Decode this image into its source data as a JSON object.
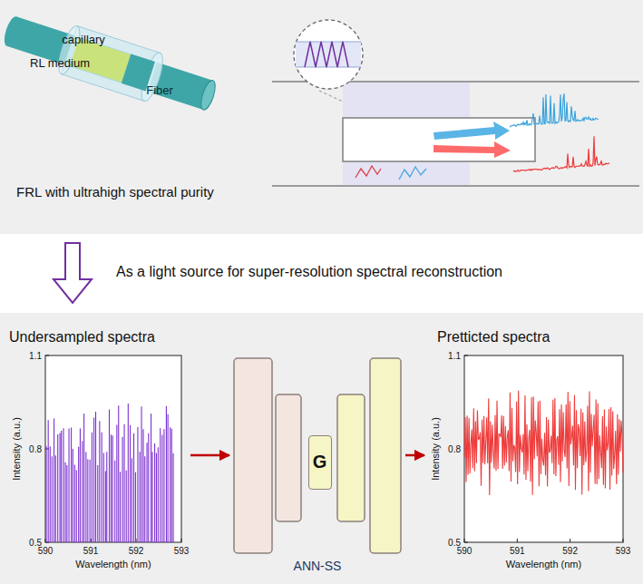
{
  "diagram": {
    "nodes": [
      {
        "text": [
          "Undersampled spectra"
        ]
      },
      {
        "text": [
          "ANN-SS"
        ]
      },
      {
        "text": [
          "G"
        ],
        "in": 1
      },
      {
        "text": [
          "Pretticted spectra"
        ]
      }
    ],
    "edges": [
      {
        "from": 0,
        "to": 1,
        "arrow": "to"
      },
      {
        "from": 1,
        "to": 3,
        "arrow": "to"
      }
    ],
    "labels": [
      "capillary",
      "RL medium",
      "Fiber",
      "FRL with ultrahigh spectral purity",
      "As a light source for super-resolution spectral reconstruction",
      "1.1",
      "0.8",
      "0.5",
      "590",
      "591",
      "592",
      "593",
      "Intensity (a.u.)",
      "Wavelength (nm)",
      "1.1",
      "0.8",
      "0.5",
      "590",
      "591",
      "592",
      "593",
      "Intensity (a.u.)",
      "Wavelength (nm)"
    ]
  }
}
